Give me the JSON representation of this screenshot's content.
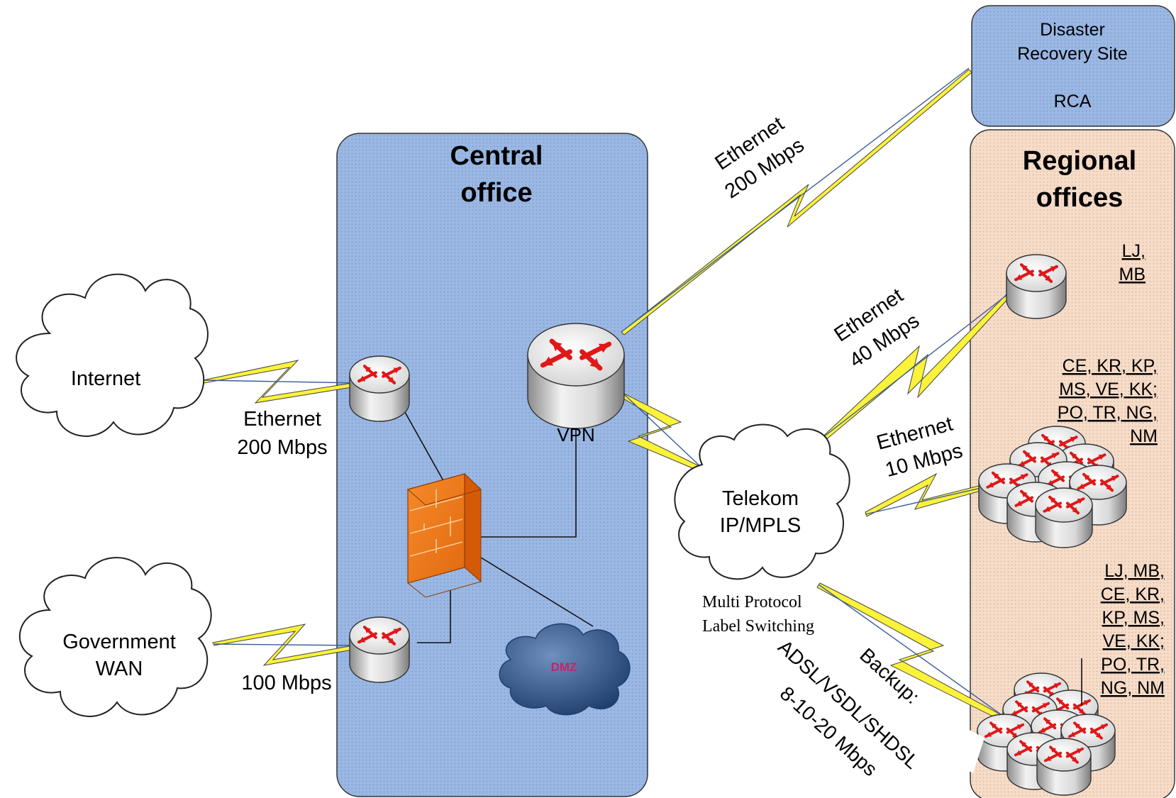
{
  "colors": {
    "central_office_fill": "#9bb8e4",
    "dr_site_fill": "#9bb8e4",
    "regional_fill": "#f7dcc8",
    "link_bolt": "#fbf23a",
    "router_arrow": "#e01818",
    "firewall": "#f57a1c",
    "dmz_cloud": "#3d5f8f"
  },
  "zones": {
    "central_office": {
      "title_line1": "Central",
      "title_line2": "office"
    },
    "dr_site": {
      "line1": "Disaster",
      "line2": "Recovery Site",
      "line3": "RCA"
    },
    "regional_offices": {
      "title_line1": "Regional",
      "title_line2": "offices"
    }
  },
  "clouds": {
    "internet": {
      "label": "Internet"
    },
    "government_wan": {
      "line1": "Government",
      "line2": "WAN"
    },
    "telekom": {
      "line1": "Telekom",
      "line2": "IP/MPLS"
    },
    "dmz": {
      "label": "DMZ"
    }
  },
  "links": {
    "internet_link": {
      "line1": "Ethernet",
      "line2": "200 Mbps"
    },
    "government_link": {
      "line1": "100 Mbps"
    },
    "dr_link": {
      "line1": "Ethernet",
      "line2": "200 Mbps"
    },
    "regional_link_40": {
      "line1": "Ethernet",
      "line2": "40 Mbps"
    },
    "regional_link_10": {
      "line1": "Ethernet",
      "line2": "10 Mbps"
    },
    "backup_link": {
      "line1": "Backup:",
      "line2": "ADSL/VSDL/SHDSL",
      "line3": "8-10-20 Mbps"
    }
  },
  "devices": {
    "vpn_router": {
      "label": "VPN"
    },
    "mpls_caption": {
      "line1": "Multi Protocol",
      "line2": "Label Switching"
    }
  },
  "regional_groups": {
    "group1": {
      "lines": [
        "LJ,",
        "MB"
      ]
    },
    "group2": {
      "lines": [
        "CE, KR, KP,",
        "MS, VE, KK;",
        "PO, TR, NG,",
        "NM"
      ]
    },
    "group3": {
      "lines": [
        "LJ, MB,",
        "CE, KR,",
        "KP, MS,",
        "VE, KK;",
        "PO, TR,",
        "NG, NM"
      ]
    }
  }
}
